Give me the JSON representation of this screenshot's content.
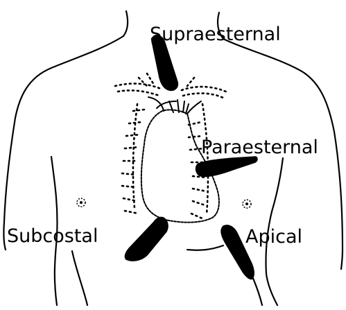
{
  "figure": {
    "labels": {
      "suprasternal": "Supraesternal",
      "parasternal": "Paraesternal",
      "subcostal": "Subcostal",
      "apical": "Apical"
    },
    "colors": {
      "ink": "#000000",
      "background": "#ffffff"
    }
  }
}
